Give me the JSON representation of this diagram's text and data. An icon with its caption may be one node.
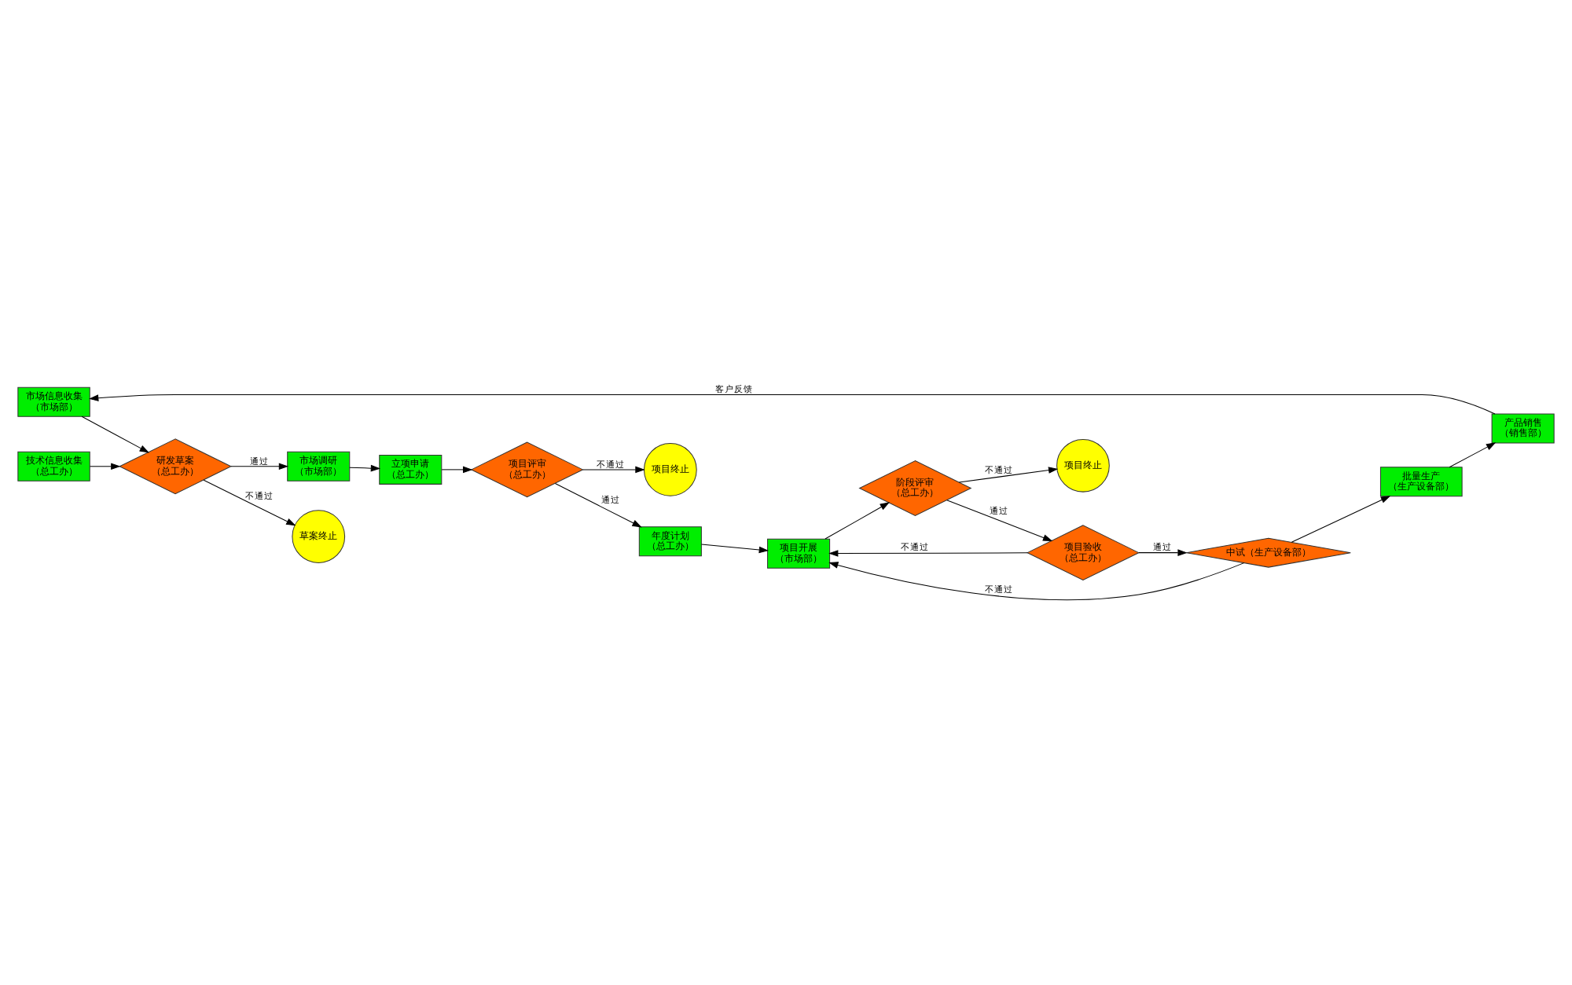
{
  "diagram": {
    "nodes": [
      {
        "text": [
          "市场信息收集",
          "（市场部）"
        ]
      },
      {
        "text": [
          "技术信息收集",
          "（总工办）"
        ]
      },
      {
        "text": [
          "研发草案",
          "（总工办）"
        ]
      },
      {
        "text": [
          "市场调研",
          "（市场部）"
        ]
      },
      {
        "text": [
          "立项申请",
          "（总工办）"
        ]
      },
      {
        "text": [
          "草案终止"
        ]
      },
      {
        "text": [
          "项目评审",
          "（总工办）"
        ]
      },
      {
        "text": [
          "项目终止"
        ]
      },
      {
        "text": [
          "年度计划",
          "（总工办）"
        ]
      },
      {
        "text": [
          "项目开展",
          "（市场部）"
        ]
      },
      {
        "text": [
          "阶段评审",
          "（总工办）"
        ]
      },
      {
        "text": [
          "项目验收",
          "（总工办）"
        ]
      },
      {
        "text": [
          "中试（生产设备部）"
        ]
      },
      {
        "text": [
          "项目终止"
        ]
      },
      {
        "text": [
          "批量生产",
          "（生产设备部）"
        ]
      },
      {
        "text": [
          "产品销售",
          "（销售部）"
        ]
      }
    ],
    "edges": [
      {
        "from": 0,
        "to": 2,
        "arrow": "to"
      },
      {
        "from": 1,
        "to": 2,
        "arrow": "to"
      },
      {
        "from": 2,
        "to": 3,
        "arrow": "to",
        "label": "通过"
      },
      {
        "from": 2,
        "to": 5,
        "arrow": "to",
        "label": "不通过"
      },
      {
        "from": 3,
        "to": 4,
        "arrow": "to"
      },
      {
        "from": 4,
        "to": 6,
        "arrow": "to"
      },
      {
        "from": 6,
        "to": 7,
        "arrow": "to",
        "label": "不通过"
      },
      {
        "from": 6,
        "to": 8,
        "arrow": "to",
        "label": "通过"
      },
      {
        "from": 8,
        "to": 9,
        "arrow": "to"
      },
      {
        "from": 9,
        "to": 10,
        "arrow": "to"
      },
      {
        "from": 10,
        "to": 11,
        "arrow": "to",
        "label": "通过"
      },
      {
        "from": 10,
        "to": 13,
        "arrow": "to",
        "label": "不通过"
      },
      {
        "from": 11,
        "to": 12,
        "arrow": "to",
        "label": "通过"
      },
      {
        "from": 11,
        "to": 9,
        "arrow": "to",
        "label": "不通过"
      },
      {
        "from": 12,
        "to": 9,
        "arrow": "to",
        "label": "不通过"
      },
      {
        "from": 12,
        "to": 14,
        "arrow": "to"
      },
      {
        "from": 14,
        "to": 15,
        "arrow": "to"
      },
      {
        "from": 15,
        "to": 0,
        "arrow": "to",
        "label": "客户反馈"
      }
    ]
  }
}
